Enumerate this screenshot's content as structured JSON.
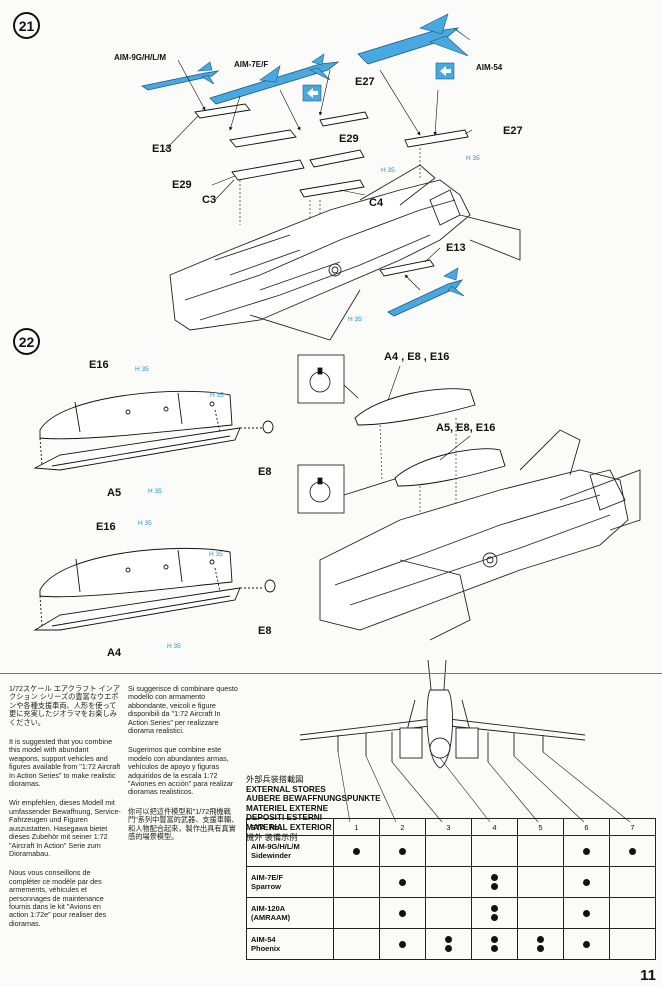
{
  "steps": {
    "s21": "21",
    "s22": "22"
  },
  "labels21": {
    "aim9": "AIM-9G/H/L/M",
    "aim7": "AIM-7E/F",
    "aim54": "AIM-54",
    "e27a": "E27",
    "e27b": "E27",
    "e29a": "E29",
    "e29b": "E29",
    "e13a": "E13",
    "e13b": "E13",
    "c3": "C3",
    "c4": "C4",
    "h35a": "H 35",
    "h35b": "H 35",
    "h35c": "H 35"
  },
  "labels22": {
    "e16a": "E16",
    "e16b": "E16",
    "a5": "A5",
    "a4": "A4",
    "e8a": "E8",
    "e8b": "E8",
    "a4e8e16": "A4 , E8 , E16",
    "a5e8e16": "A5, E8, E16",
    "h35d": "H 35",
    "h35e": "H 35",
    "h35f": "H 35",
    "h35g": "H 35",
    "h35h": "H 35",
    "h35i": "H 35"
  },
  "text": {
    "jp": "1/72スケール エアクラフト インアクション シリーズの豊富なウエポンや各種支援車両、人形を使って更に充実したジオラマをお楽しみください。",
    "en": "It is suggested that you combine this model with abundant weapons, support vehicles and figures available from \"1:72 Aircraft In Action Series\" to make realistic dioramas.",
    "de": "Wir empfehlen, dieses Modell mit umfassender Bewaffnung, Service-Fahrzeugen und Figuren auszustatten. Hasegawa bietet dieses Zubehör mit seiner 1:72 \"Aircraft In Action\" Serie zum Dioramabau.",
    "fr": "Nous vous conseillons de compléter ce modèle par des armements, véhicules et personnages de maintenance fournis dans le kit \"Avions en action 1:72e\" pour realiser des dioramas.",
    "it": "Si suggerisce di combinare questo modello con armamento abbondante, veicoli e figure disponibili da \"1:72 Aircraft In Action Series\" per realizzare diorama realistici.",
    "es": "Sugerimos que combine este modelo con abundantes armas, vehículos de apoyo y figuras adquiridos de la escala 1:72 \"Aviones en acción\" para realizar dioramas realisticos.",
    "zh": "你可以把這件模型和\"1/72飛機戰鬥\"系列中豐富的武器、支援車輛、和人物配合起來，製作出具有真實感的場景模型。"
  },
  "stores": {
    "jp": "外部兵装搭載図",
    "en": "EXTERNAL STORES",
    "de": "AUBERE BEWAFFNUNGSPUNKTE",
    "fr": "MATERIEL EXTERNE",
    "it": "DEPOSITI ESTERNI",
    "es": "MATERIAL EXTERIOR",
    "zh": "機外 装備示例"
  },
  "table": {
    "header": "STA. No.",
    "stations": [
      "1",
      "2",
      "3",
      "4",
      "5",
      "6",
      "7"
    ],
    "rows": [
      {
        "name1": "AIM-9G/H/L/M",
        "name2": "Sidewinder",
        "dots": [
          1,
          1,
          0,
          0,
          0,
          1,
          1
        ],
        "double": [
          0,
          0,
          0,
          0,
          0,
          0,
          0
        ]
      },
      {
        "name1": "AIM-7E/F",
        "name2": "Sparrow",
        "dots": [
          0,
          1,
          0,
          1,
          0,
          1,
          0
        ],
        "double": [
          0,
          0,
          0,
          1,
          0,
          0,
          0
        ]
      },
      {
        "name1": "AIM-120A",
        "name2": "(AMRAAM)",
        "dots": [
          0,
          1,
          0,
          1,
          0,
          1,
          0
        ],
        "double": [
          0,
          0,
          0,
          1,
          0,
          0,
          0
        ]
      },
      {
        "name1": "AIM-54",
        "name2": "Phoenix",
        "dots": [
          0,
          1,
          1,
          1,
          1,
          1,
          0
        ],
        "double": [
          0,
          0,
          1,
          1,
          1,
          0,
          0
        ]
      }
    ]
  },
  "page_number": "11"
}
